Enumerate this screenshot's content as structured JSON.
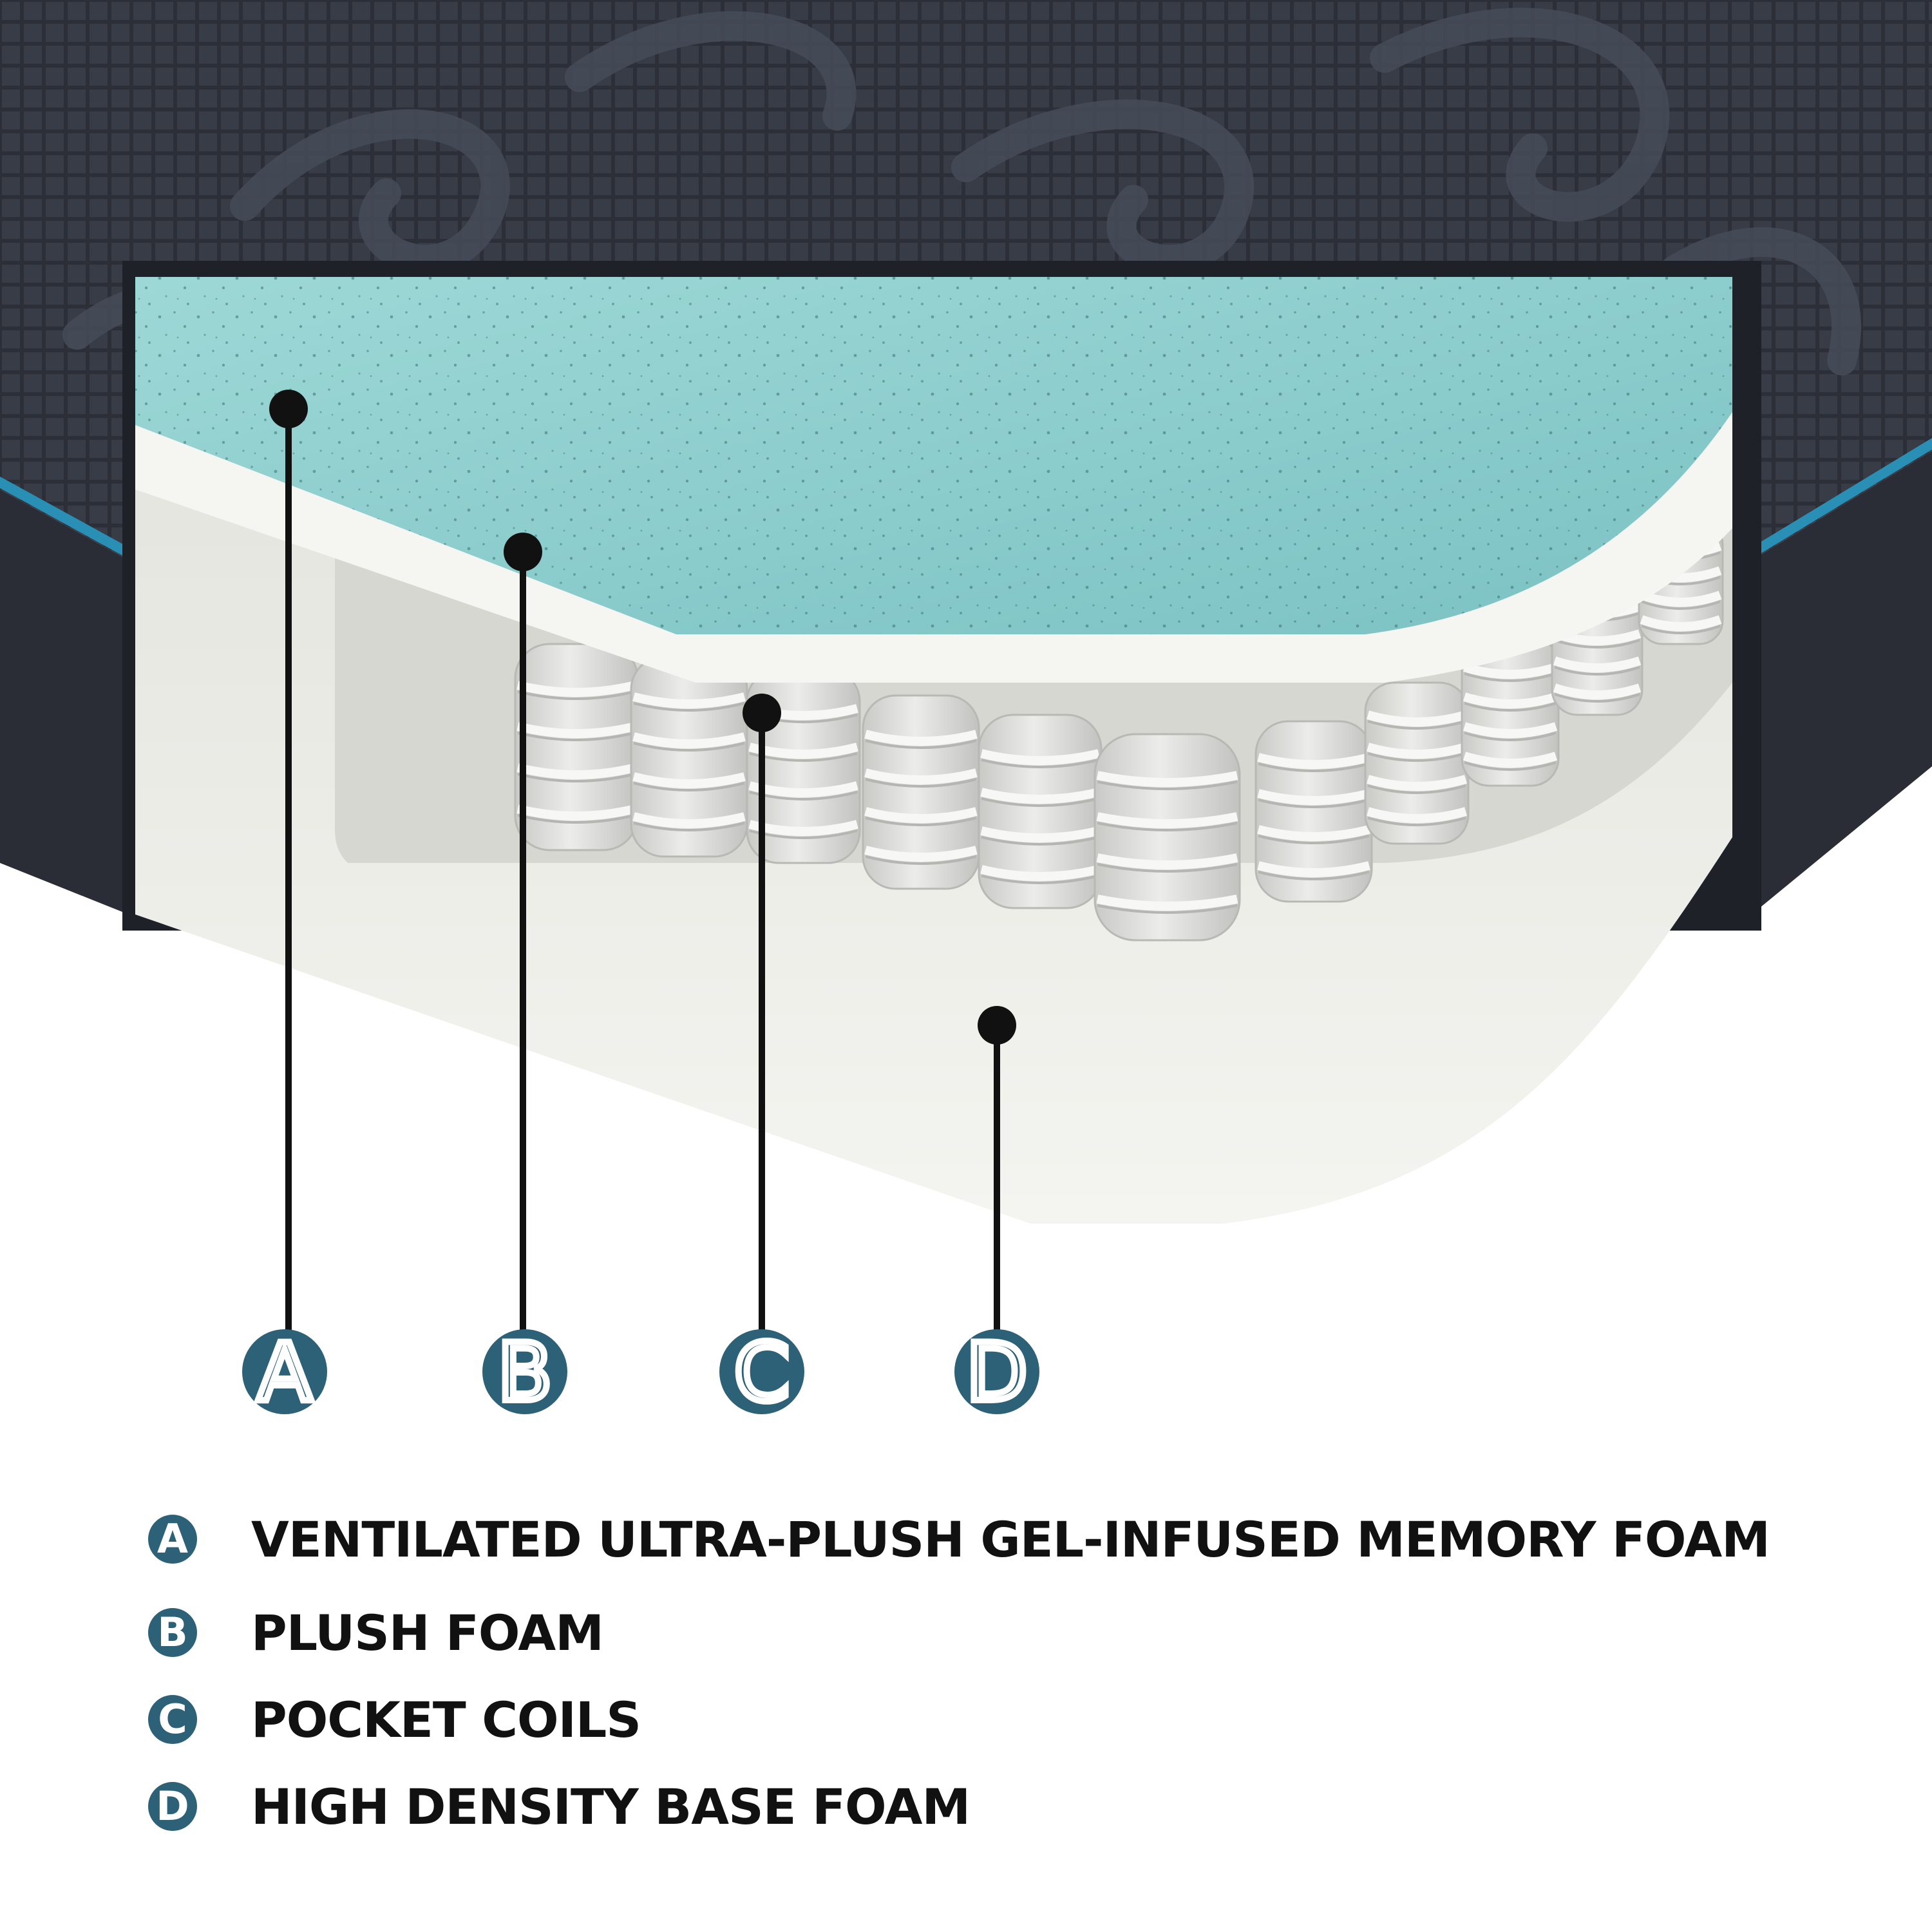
{
  "colors": {
    "cover_dark": "#2a2d36",
    "cover_pattern": "#3a3e49",
    "gel_foam": "#8fd0d0",
    "accent_stripe": "#2a8fb4",
    "plush_foam": "#f2f2ee",
    "coil": "#dcdcd8",
    "base_foam": "#ecece6",
    "badge": "#2d6178",
    "leader": "#111111"
  },
  "callouts": [
    {
      "letter": "A",
      "target": "gel-memory-foam-layer"
    },
    {
      "letter": "B",
      "target": "plush-foam-layer"
    },
    {
      "letter": "C",
      "target": "pocket-coil-layer"
    },
    {
      "letter": "D",
      "target": "base-foam-layer"
    }
  ],
  "legend": [
    {
      "letter": "A",
      "label": "VENTILATED ULTRA-PLUSH GEL-INFUSED MEMORY FOAM"
    },
    {
      "letter": "B",
      "label": "PLUSH FOAM"
    },
    {
      "letter": "C",
      "label": "POCKET COILS"
    },
    {
      "letter": "D",
      "label": "HIGH DENSITY BASE FOAM"
    }
  ]
}
